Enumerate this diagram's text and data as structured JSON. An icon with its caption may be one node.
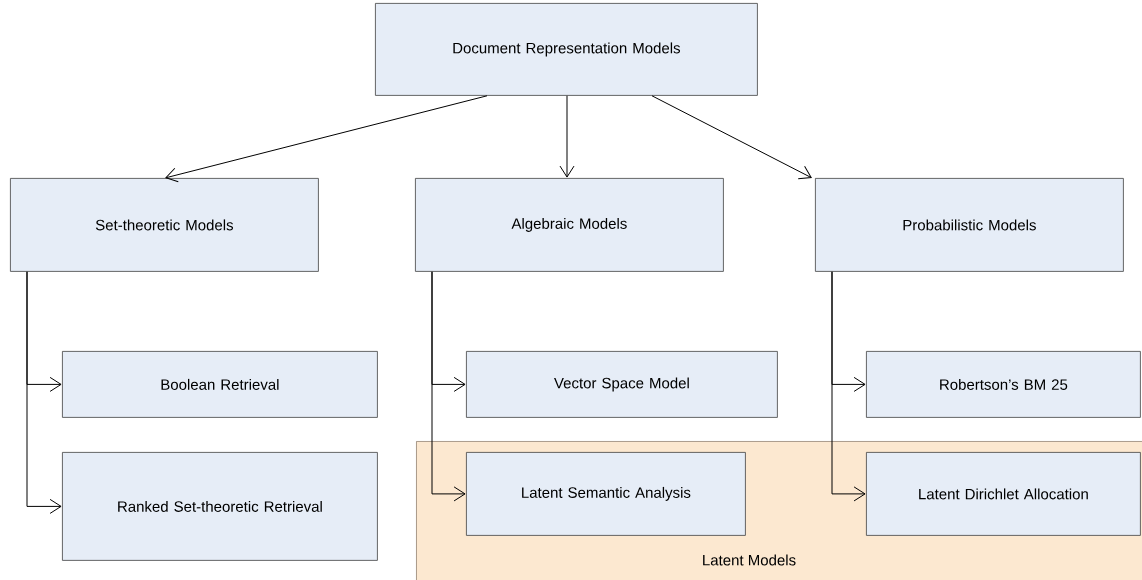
{
  "diagram": {
    "nodes": [
      {
        "text": [
          "Document Representation Models"
        ]
      },
      {
        "text": [
          "Set-theoretic Models"
        ]
      },
      {
        "text": [
          "Algebraic Models"
        ]
      },
      {
        "text": [
          "Probabilistic Models"
        ]
      },
      {
        "text": [
          "Boolean Retrieval"
        ]
      },
      {
        "text": [
          "Vector Space Model"
        ]
      },
      {
        "text": [
          "Robertson’s BM 25"
        ]
      },
      {
        "text": [
          "Latent Models"
        ]
      },
      {
        "text": [
          "Latent Semantic Analysis"
        ],
        "in": 7
      },
      {
        "text": [
          "Latent Dirichlet Allocation"
        ],
        "in": 7
      },
      {
        "text": [
          "Ranked Set-theoretic Retrieval"
        ]
      }
    ],
    "edges": [
      {
        "from": 0,
        "to": 1,
        "arrow": "to"
      },
      {
        "from": 0,
        "to": 2,
        "arrow": "to"
      },
      {
        "from": 0,
        "to": 3,
        "arrow": "to"
      },
      {
        "from": 1,
        "to": 4,
        "arrow": "to"
      },
      {
        "from": 1,
        "to": 10,
        "arrow": "to"
      },
      {
        "from": 2,
        "to": 5,
        "arrow": "to"
      },
      {
        "from": 2,
        "to": 8,
        "arrow": "to"
      },
      {
        "from": 3,
        "to": 6,
        "arrow": "to"
      },
      {
        "from": 3,
        "to": 9,
        "arrow": "to"
      }
    ]
  }
}
